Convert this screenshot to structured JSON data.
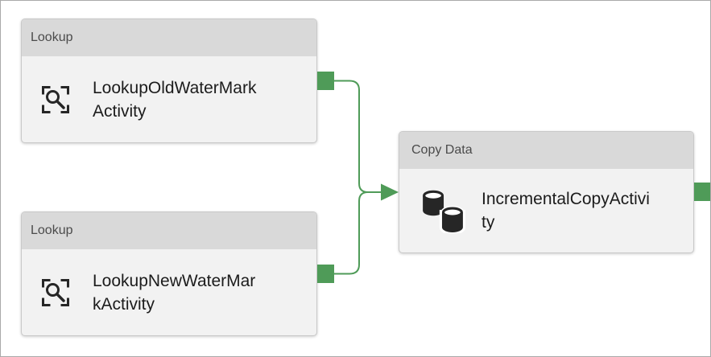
{
  "colors": {
    "connector_green": "#4F9B58",
    "node_header_bg": "#D9D9D9",
    "node_body_bg": "#F2F2F2"
  },
  "nodes": [
    {
      "type_label": "Lookup",
      "name": "LookupOldWaterMark\nActivity",
      "icon": "lookup-icon"
    },
    {
      "type_label": "Lookup",
      "name": "LookupNewWaterMar\nkActivity",
      "icon": "lookup-icon"
    },
    {
      "type_label": "Copy Data",
      "name": "IncrementalCopyActivi\nty",
      "icon": "copy-data-icon"
    }
  ],
  "edges": [
    {
      "from_node": 0,
      "to_node": 2
    },
    {
      "from_node": 1,
      "to_node": 2
    }
  ]
}
